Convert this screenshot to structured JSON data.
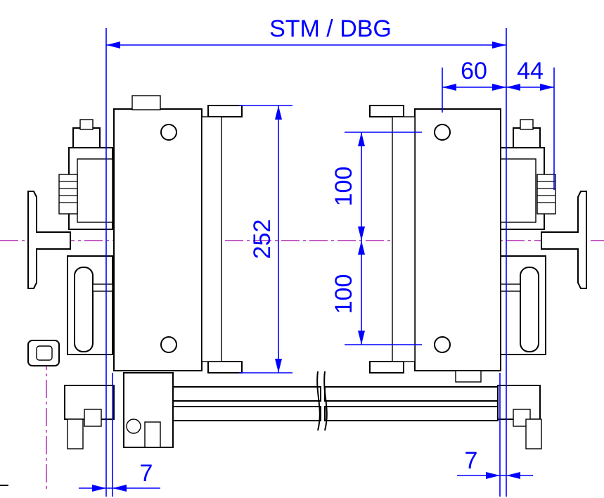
{
  "colors": {
    "dimension": "#0000ff",
    "centerline": "#a000a0",
    "outline": "#000000",
    "background": "#ffffff"
  },
  "dimensions": {
    "width_label": "STM / DBG",
    "height_total": "252",
    "hole_upper_spacing": "100",
    "hole_lower_spacing": "100",
    "offset_right_top": "60",
    "offset_right_outer": "44",
    "gap_left_bottom": "7",
    "gap_right_bottom": "7"
  }
}
